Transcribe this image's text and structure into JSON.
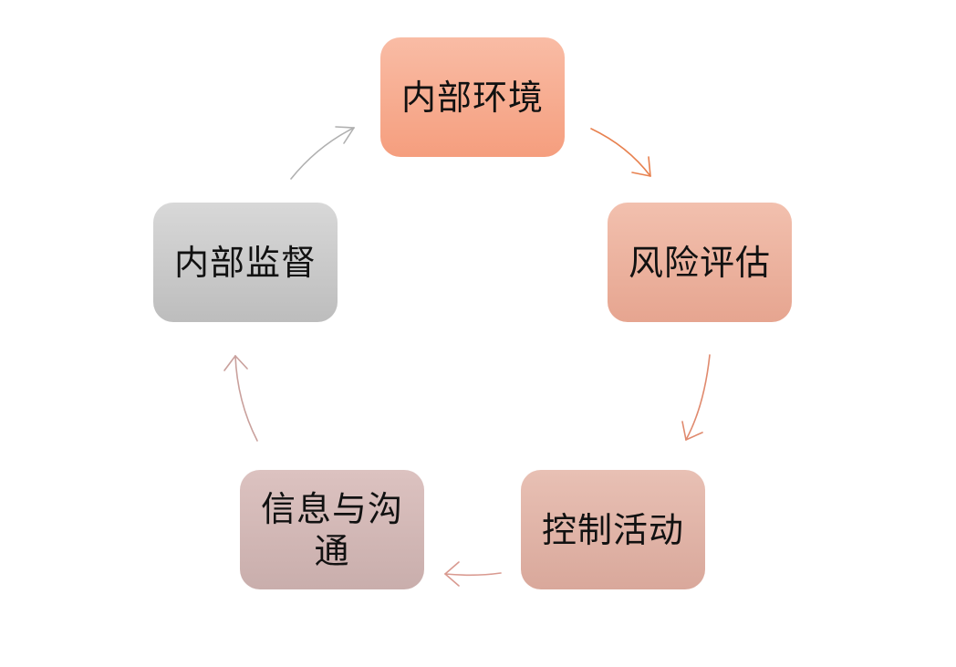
{
  "diagram": {
    "nodes": [
      {
        "label": "内部环境"
      },
      {
        "label": "风险评估"
      },
      {
        "label": "控制活动"
      },
      {
        "label": "信息与沟通"
      },
      {
        "label": "内部监督"
      }
    ],
    "colors": {
      "arrow_1": "#e8814f",
      "arrow_2": "#e08a6e",
      "arrow_3": "#d99a90",
      "arrow_4": "#c9a09c",
      "arrow_5": "#b0b0b0"
    }
  }
}
